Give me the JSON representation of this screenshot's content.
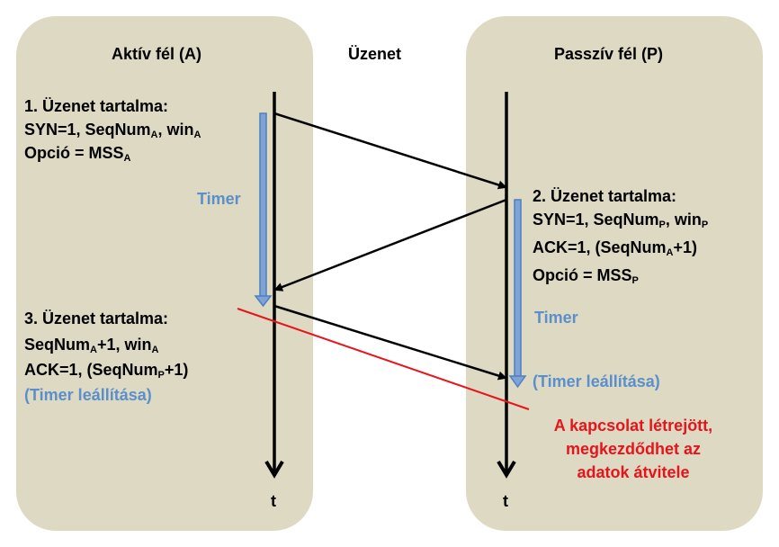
{
  "headers": {
    "active": "Aktív fél (A)",
    "message": "Üzenet",
    "passive": "Passzív fél (P)"
  },
  "msg1": {
    "title": "1. Üzenet tartalma:",
    "l1_a": "SYN=1, SeqNum",
    "l1_sub1": "A",
    "l1_b": ", win",
    "l1_sub2": "A",
    "l2_a": "Opció = MSS",
    "l2_sub": "A"
  },
  "msg2": {
    "title": "2. Üzenet tartalma:",
    "l1_a": "SYN=1, SeqNum",
    "l1_sub1": "P",
    "l1_b": ", win",
    "l1_sub2": "P",
    "l2_a": "ACK=1, (SeqNum",
    "l2_sub": "A",
    "l2_b": "+1)",
    "l3_a": "Opció = MSS",
    "l3_sub": "P"
  },
  "msg3": {
    "title": "3. Üzenet tartalma:",
    "l1_a": "SeqNum",
    "l1_sub": "A",
    "l1_b": "+1, win",
    "l1_sub2": "A",
    "l2_a": "ACK=1, (SeqNum",
    "l2_sub": "P",
    "l2_b": "+1)",
    "l3": "(Timer leállítása)"
  },
  "timer_a": "Timer",
  "timer_p": "Timer",
  "timer_stop_p": "(Timer leállítása)",
  "established": {
    "l1": "A kapcsolat létrejött,",
    "l2": "megkezdődhet az",
    "l3": "adatok átvitele"
  },
  "time_a": "t",
  "time_p": "t",
  "colors": {
    "panel": "#ddd9c3",
    "timer": "#5b8fcc",
    "established": "#e8141b",
    "arrow": "#000000"
  }
}
